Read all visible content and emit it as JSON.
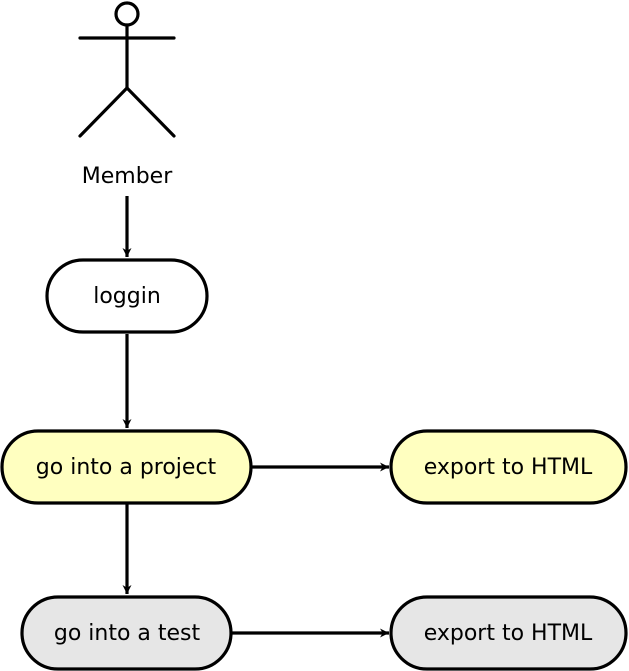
{
  "diagram": {
    "actor": {
      "label": "Member",
      "icon": "stick-figure-icon"
    },
    "nodes": {
      "loggin": {
        "label": "loggin",
        "fill": "#ffffff"
      },
      "project": {
        "label": "go into a project",
        "fill": "#ffffc0"
      },
      "export_project": {
        "label": "export to HTML",
        "fill": "#ffffc0"
      },
      "test": {
        "label": "go into a test",
        "fill": "#e6e6e6"
      },
      "export_test": {
        "label": "export to HTML",
        "fill": "#e6e6e6"
      }
    },
    "colors": {
      "stroke": "#000000",
      "background": "#ffffff"
    }
  }
}
